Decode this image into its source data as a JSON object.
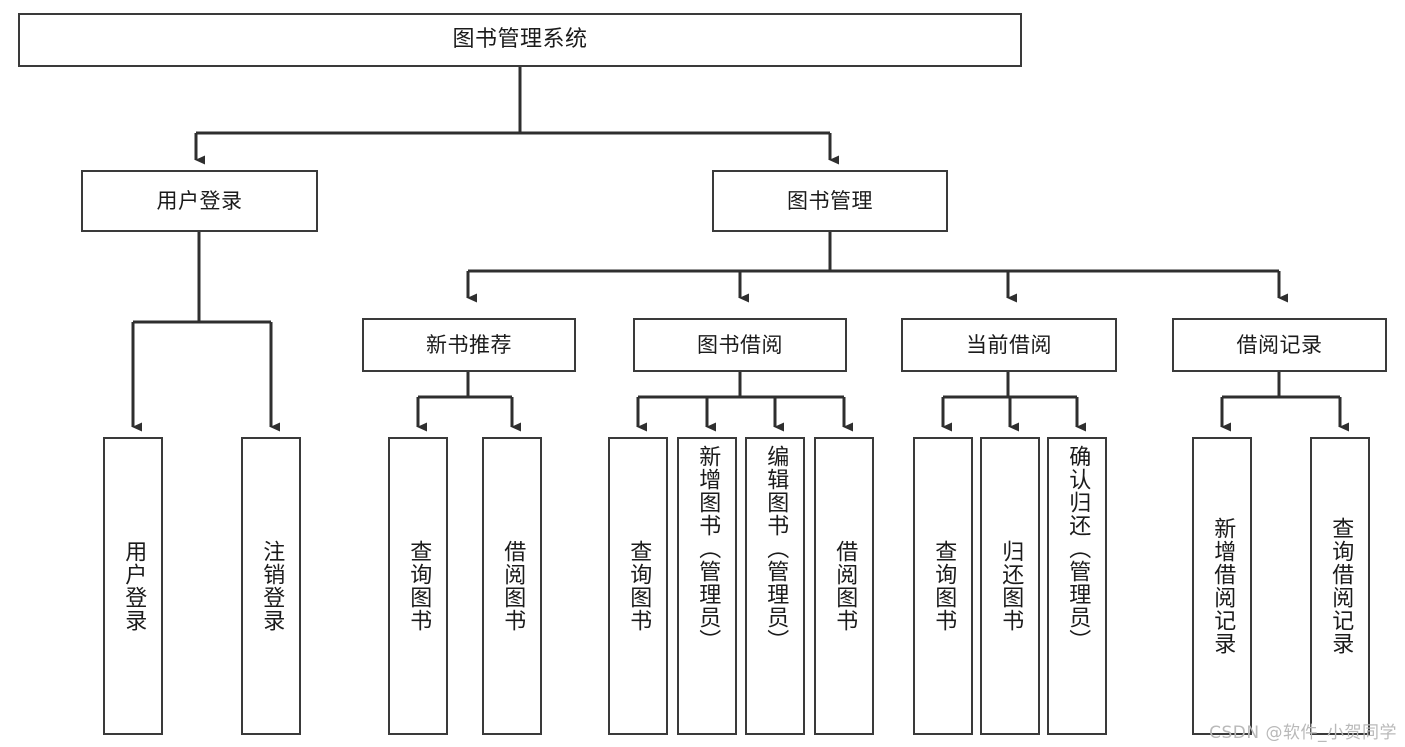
{
  "diagram": {
    "type": "tree",
    "title": "图书管理系统",
    "orientation": "top-down",
    "colors": {
      "box_border": "#3a3a3a",
      "box_fill": "#ffffff",
      "edge": "#2f2f2f",
      "text": "#1b1b1b",
      "watermark": "#b9b9b9",
      "background": "#ffffff"
    },
    "root": {
      "label": "图书管理系统"
    },
    "level2": [
      {
        "label": "用户登录"
      },
      {
        "label": "图书管理"
      }
    ],
    "level3": [
      {
        "label": "新书推荐"
      },
      {
        "label": "图书借阅"
      },
      {
        "label": "当前借阅"
      },
      {
        "label": "借阅记录"
      }
    ],
    "leaves": {
      "user_login": [
        {
          "label": "用户登录"
        },
        {
          "label": "注销登录"
        }
      ],
      "new_book_recommend": [
        {
          "label": "查询图书"
        },
        {
          "label": "借阅图书"
        }
      ],
      "book_borrow": [
        {
          "label": "查询图书"
        },
        {
          "label": "新增图书（管理员）"
        },
        {
          "label": "编辑图书（管理员）"
        },
        {
          "label": "借阅图书"
        }
      ],
      "current_borrow": [
        {
          "label": "查询图书"
        },
        {
          "label": "归还图书"
        },
        {
          "label": "确认归还（管理员）"
        }
      ],
      "borrow_records": [
        {
          "label": "新增借阅记录"
        },
        {
          "label": "查询借阅记录"
        }
      ]
    }
  },
  "watermark": {
    "text": "CSDN @软件_小贺同学"
  }
}
